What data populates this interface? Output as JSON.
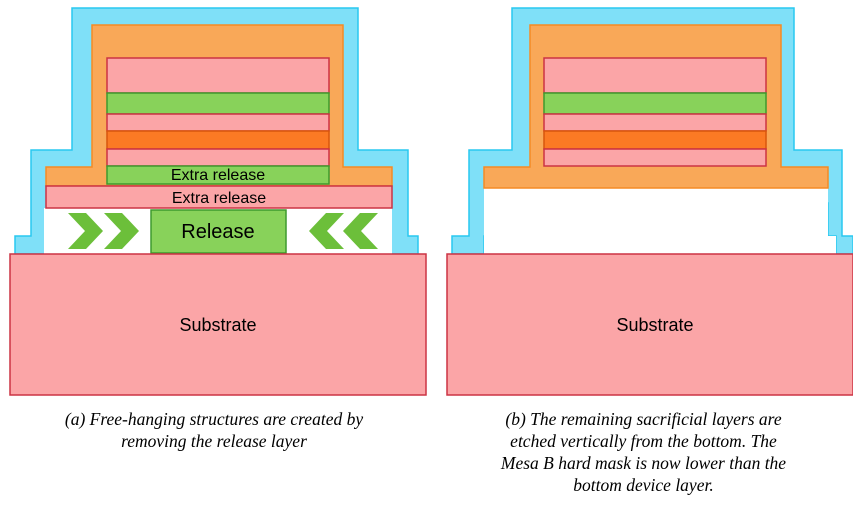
{
  "colors": {
    "cyan": "#7fe0f8",
    "cyan_border": "#28c8f0",
    "orange": "#f9a858",
    "orange_border": "#f58a24",
    "pink": "#fba5a7",
    "pink_border": "#cc3344",
    "green": "#88d25a",
    "green_border": "#3e9a2e",
    "dark_orange": "#fb7a24",
    "dark_orange_border": "#d8560c",
    "arrow_green": "#6cbf3a"
  },
  "panel_a": {
    "label_extra_release_top": "Extra release",
    "label_extra_release_bottom": "Extra release",
    "label_release": "Release",
    "label_substrate": "Substrate",
    "caption_lines": [
      "(a) Free-hanging structures are created by",
      "removing the release layer"
    ]
  },
  "panel_b": {
    "label_substrate": "Substrate",
    "caption_lines": [
      "(b) The remaining sacrificial layers are",
      "etched vertically from the bottom. The",
      "Mesa B hard mask is now lower than the",
      "bottom device layer."
    ]
  }
}
